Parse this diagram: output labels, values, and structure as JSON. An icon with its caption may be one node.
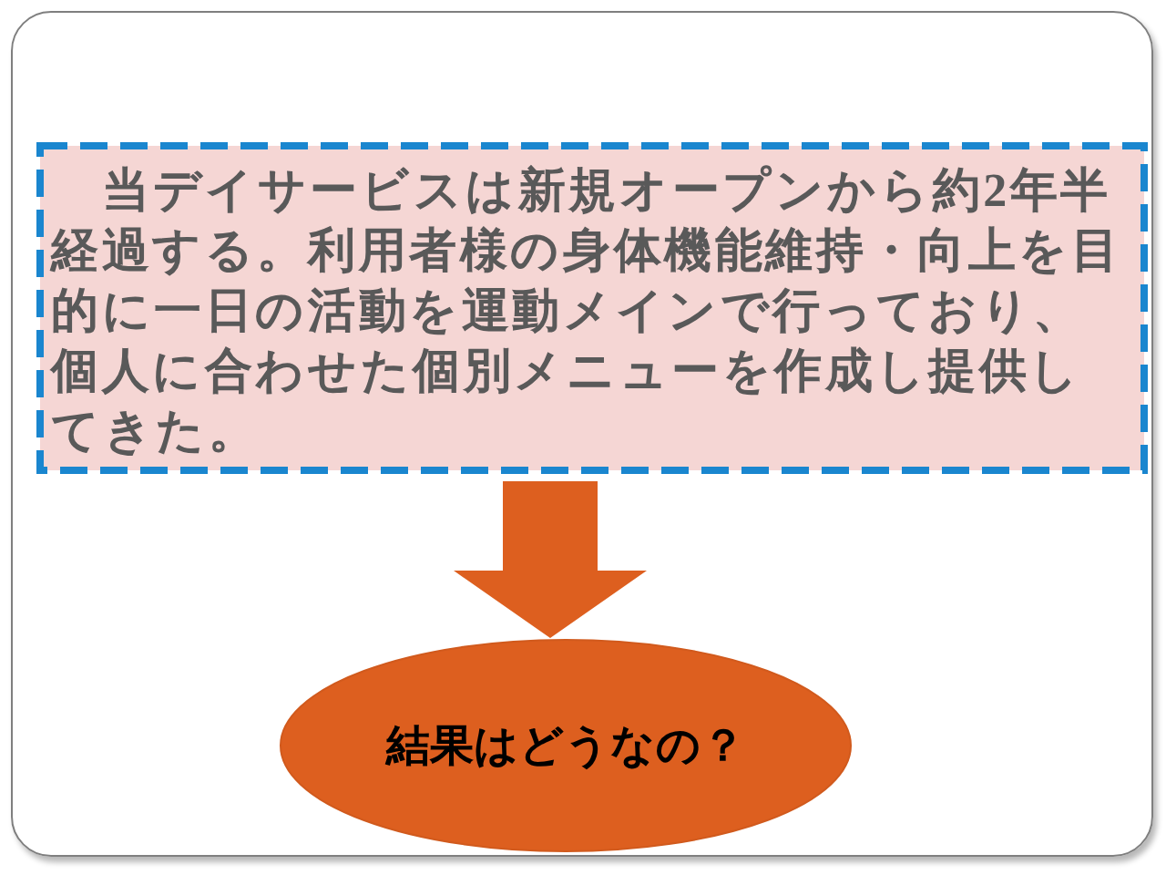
{
  "diagram": {
    "nodes": [
      {
        "text": [
          "当デイサービスは新規オープンから約2年半経過する。利用者様の身体機能維持・向上を目的に一日の活動を運動メインで行っており、個人に合わせた個別メニューを作成し提供してきた。"
        ]
      },
      {
        "text": [
          "結果はどうなの？"
        ]
      }
    ],
    "edges": [
      {
        "from": 0,
        "to": 1,
        "arrow": "to"
      }
    ]
  }
}
